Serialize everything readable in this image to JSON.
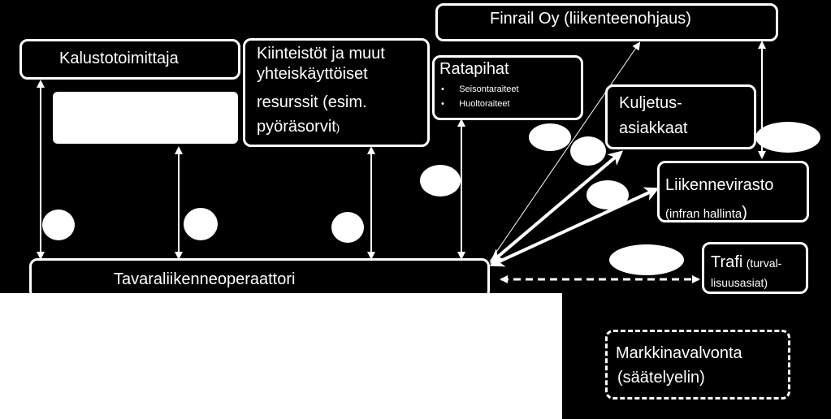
{
  "nodes": {
    "finrail": "Finrail Oy (liikenteenohjaus)",
    "kalusto": "Kalustotoimittaja",
    "kiinteistot": [
      "Kiinteistöt ja muut",
      "yhteiskäyttöiset",
      "resurssit (esim.",
      "pyöräsorvit"
    ],
    "kiinteistot_paren": ")",
    "ratapiha": {
      "title": "Ratapihat",
      "items": [
        "Seisontaraiteet",
        "Huoltoraiteet"
      ]
    },
    "kuljetus": [
      "Kuljetus-",
      "asiakkaat"
    ],
    "liikennevirasto": "Liikennevirasto",
    "liikennevirasto_sub": "infran hallinta",
    "liikennevirasto_open": "(",
    "liikennevirasto_close": ")",
    "trafi": "Trafi",
    "trafi_sub1": "(turval-",
    "trafi_sub2": "lisuusasiat)",
    "operaattori": "Tavaraliikenneoperaattori",
    "markkina": [
      "Markkinavalvonta",
      "(säätelyelin)"
    ]
  },
  "colors": {
    "background": "#000000",
    "foreground": "#ffffff"
  }
}
